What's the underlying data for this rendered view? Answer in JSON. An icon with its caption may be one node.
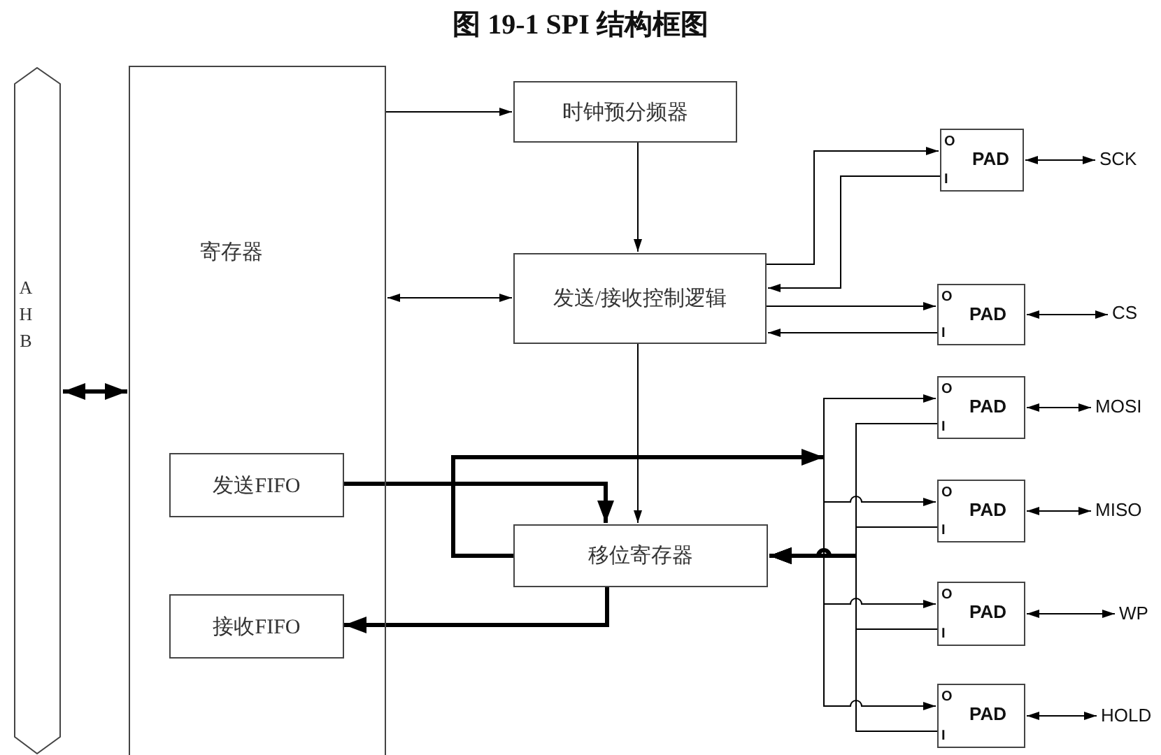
{
  "diagram": {
    "title": "图 19-1 SPI 结构框图",
    "nodes": [
      {
        "text": [
          "AHB"
        ]
      },
      {
        "text": [
          "寄存器"
        ]
      },
      {
        "text": [
          "发送FIFO"
        ],
        "in": 1
      },
      {
        "text": [
          "接收FIFO"
        ],
        "in": 1
      },
      {
        "text": [
          "时钟预分频器"
        ]
      },
      {
        "text": [
          "发送/接收控制逻辑"
        ]
      },
      {
        "text": [
          "移位寄存器"
        ]
      },
      {
        "text": [
          "O",
          "PAD",
          "I"
        ]
      },
      {
        "text": [
          "O",
          "PAD",
          "I"
        ]
      },
      {
        "text": [
          "O",
          "PAD",
          "I"
        ]
      },
      {
        "text": [
          "O",
          "PAD",
          "I"
        ]
      },
      {
        "text": [
          "O",
          "PAD",
          "I"
        ]
      },
      {
        "text": [
          "O",
          "PAD",
          "I"
        ]
      },
      {
        "text": [
          "SCK"
        ]
      },
      {
        "text": [
          "CS"
        ]
      },
      {
        "text": [
          "MOSI"
        ]
      },
      {
        "text": [
          "MISO"
        ]
      },
      {
        "text": [
          "WP"
        ]
      },
      {
        "text": [
          "HOLD"
        ]
      }
    ],
    "edges": [
      {
        "from": 0,
        "to": 1,
        "arrow": "both",
        "style": "thick"
      },
      {
        "from": 1,
        "to": 4,
        "arrow": "to"
      },
      {
        "from": 4,
        "to": 5,
        "arrow": "to"
      },
      {
        "from": 1,
        "to": 5,
        "arrow": "both"
      },
      {
        "from": 5,
        "to": 7,
        "arrow": "to"
      },
      {
        "from": 7,
        "to": 5,
        "arrow": "to"
      },
      {
        "from": 5,
        "to": 8,
        "arrow": "to"
      },
      {
        "from": 8,
        "to": 5,
        "arrow": "to"
      },
      {
        "from": 5,
        "to": 6,
        "arrow": "to"
      },
      {
        "from": 2,
        "to": 6,
        "arrow": "to",
        "style": "thick"
      },
      {
        "from": 6,
        "to": 3,
        "arrow": "to",
        "style": "thick"
      },
      {
        "from": 6,
        "to": 9,
        "arrow": "to"
      },
      {
        "from": 6,
        "to": 10,
        "arrow": "to"
      },
      {
        "from": 6,
        "to": 11,
        "arrow": "to"
      },
      {
        "from": 6,
        "to": 12,
        "arrow": "to"
      },
      {
        "from": 9,
        "to": 6,
        "arrow": "to"
      },
      {
        "from": 10,
        "to": 6,
        "arrow": "to"
      },
      {
        "from": 11,
        "to": 6,
        "arrow": "to"
      },
      {
        "from": 12,
        "to": 6,
        "arrow": "to"
      },
      {
        "from": 7,
        "to": 13,
        "arrow": "both"
      },
      {
        "from": 8,
        "to": 14,
        "arrow": "both"
      },
      {
        "from": 9,
        "to": 15,
        "arrow": "both"
      },
      {
        "from": 10,
        "to": 16,
        "arrow": "both"
      },
      {
        "from": 11,
        "to": 17,
        "arrow": "both"
      },
      {
        "from": 12,
        "to": 18,
        "arrow": "both"
      }
    ]
  }
}
